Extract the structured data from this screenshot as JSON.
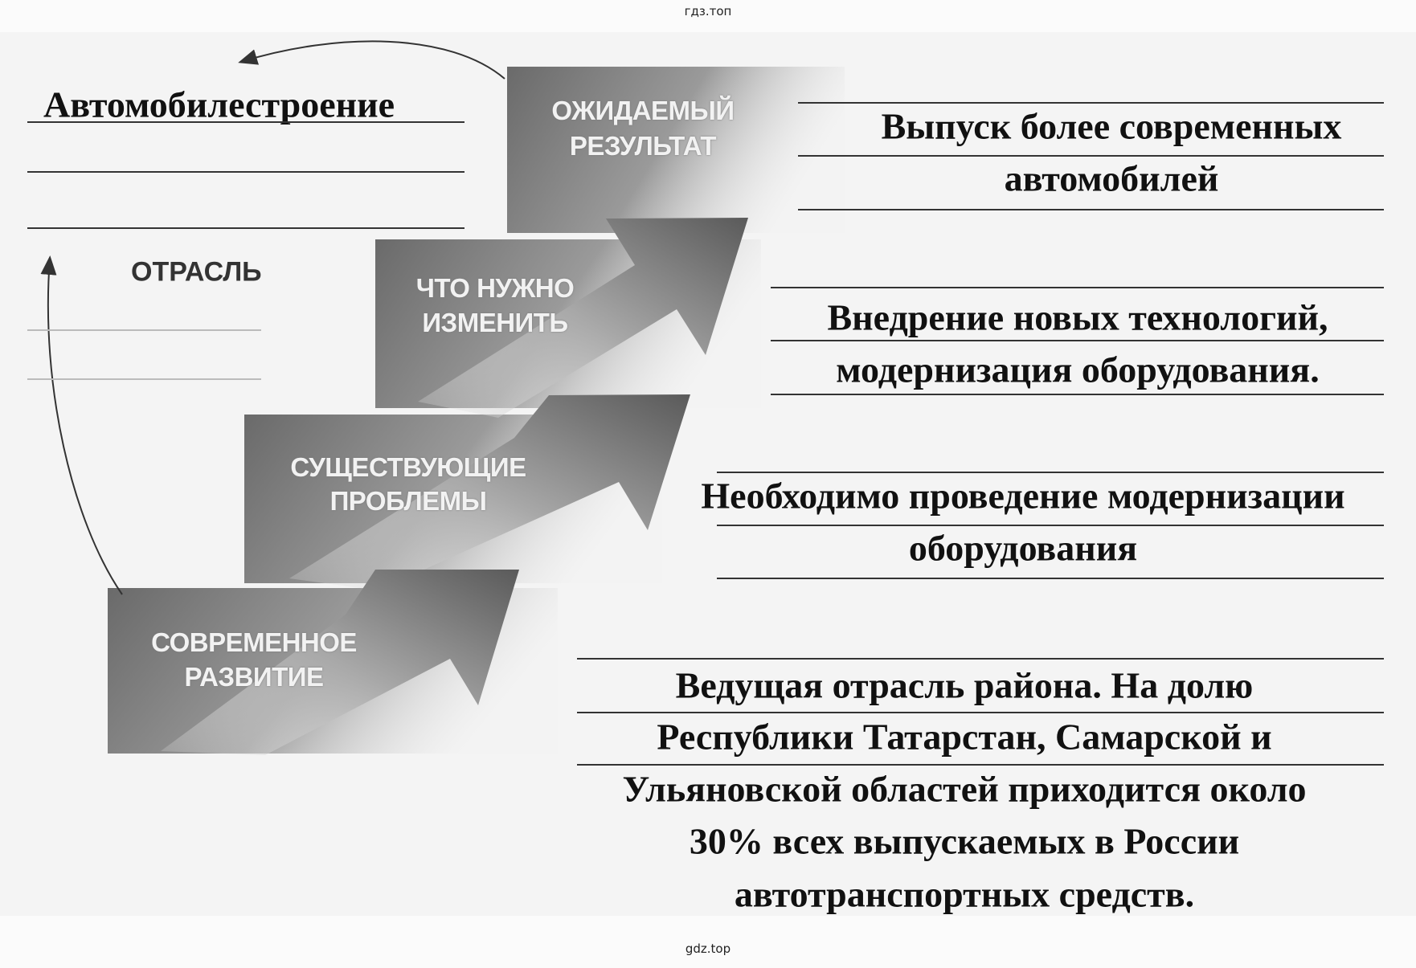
{
  "watermark_top": "гдз.топ",
  "watermark_bottom": "gdz.top",
  "industry": {
    "label": "ОТРАСЛЬ",
    "answer": "Автомобилестроение"
  },
  "steps": [
    {
      "label_lines": [
        "ОЖИДАЕМЫЙ",
        "РЕЗУЛЬТАТ"
      ],
      "answer_lines": [
        "Выпуск более современных",
        "автомобилей"
      ]
    },
    {
      "label_lines": [
        "ЧТО НУЖНО",
        "ИЗМЕНИТЬ"
      ],
      "answer_lines": [
        "Внедрение новых технологий,",
        "модернизация оборудования."
      ]
    },
    {
      "label_lines": [
        "СУЩЕСТВУЮЩИЕ",
        "ПРОБЛЕМЫ"
      ],
      "answer_lines": [
        "Необходимо проведение модернизации",
        "оборудования"
      ]
    },
    {
      "label_lines": [
        "СОВРЕМЕННОЕ",
        "РАЗВИТИЕ"
      ],
      "answer_lines": [
        "Ведущая отрасль района. На долю",
        "Республики Татарстан, Самарской и",
        "Ульяновской областей приходится около",
        "30% всех выпускаемых в России",
        "автотранспортных средств."
      ]
    }
  ],
  "colors": {
    "box_dark": "#6e6e6e",
    "box_light": "#e6e6e6",
    "ink": "#111111"
  }
}
